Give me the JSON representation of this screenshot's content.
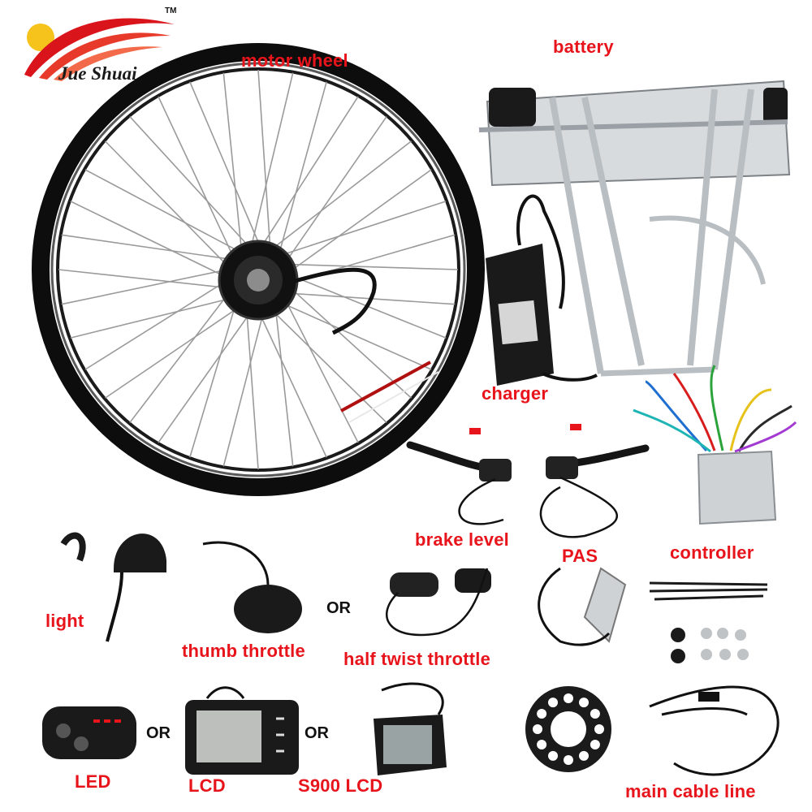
{
  "brand": {
    "name": "Jue Shuai",
    "trademark": "TM",
    "accent_color": "#e8141b"
  },
  "labels": {
    "motor_wheel": "motor wheel",
    "battery": "battery",
    "charger": "charger",
    "brake_level": "brake level",
    "controller": "controller",
    "pas": "PAS",
    "light": "light",
    "thumb_throttle": "thumb throttle",
    "half_twist_throttle": "half twist throttle",
    "led": "LED",
    "lcd": "LCD",
    "s900_lcd": "S900 LCD",
    "main_cable_line": "main cable line"
  },
  "or_text": "OR",
  "icons": [
    "brand-logo-swoosh-icon",
    "motor-wheel-icon",
    "battery-rack-icon",
    "charger-icon",
    "brake-lever-icon",
    "controller-icon",
    "light-icon",
    "thumb-throttle-icon",
    "twist-throttle-icon",
    "pas-sensor-icon",
    "cable-ties-icon",
    "bolts-icon",
    "led-display-icon",
    "lcd-display-icon",
    "s900-display-icon",
    "pas-disc-icon",
    "cable-harness-icon"
  ]
}
